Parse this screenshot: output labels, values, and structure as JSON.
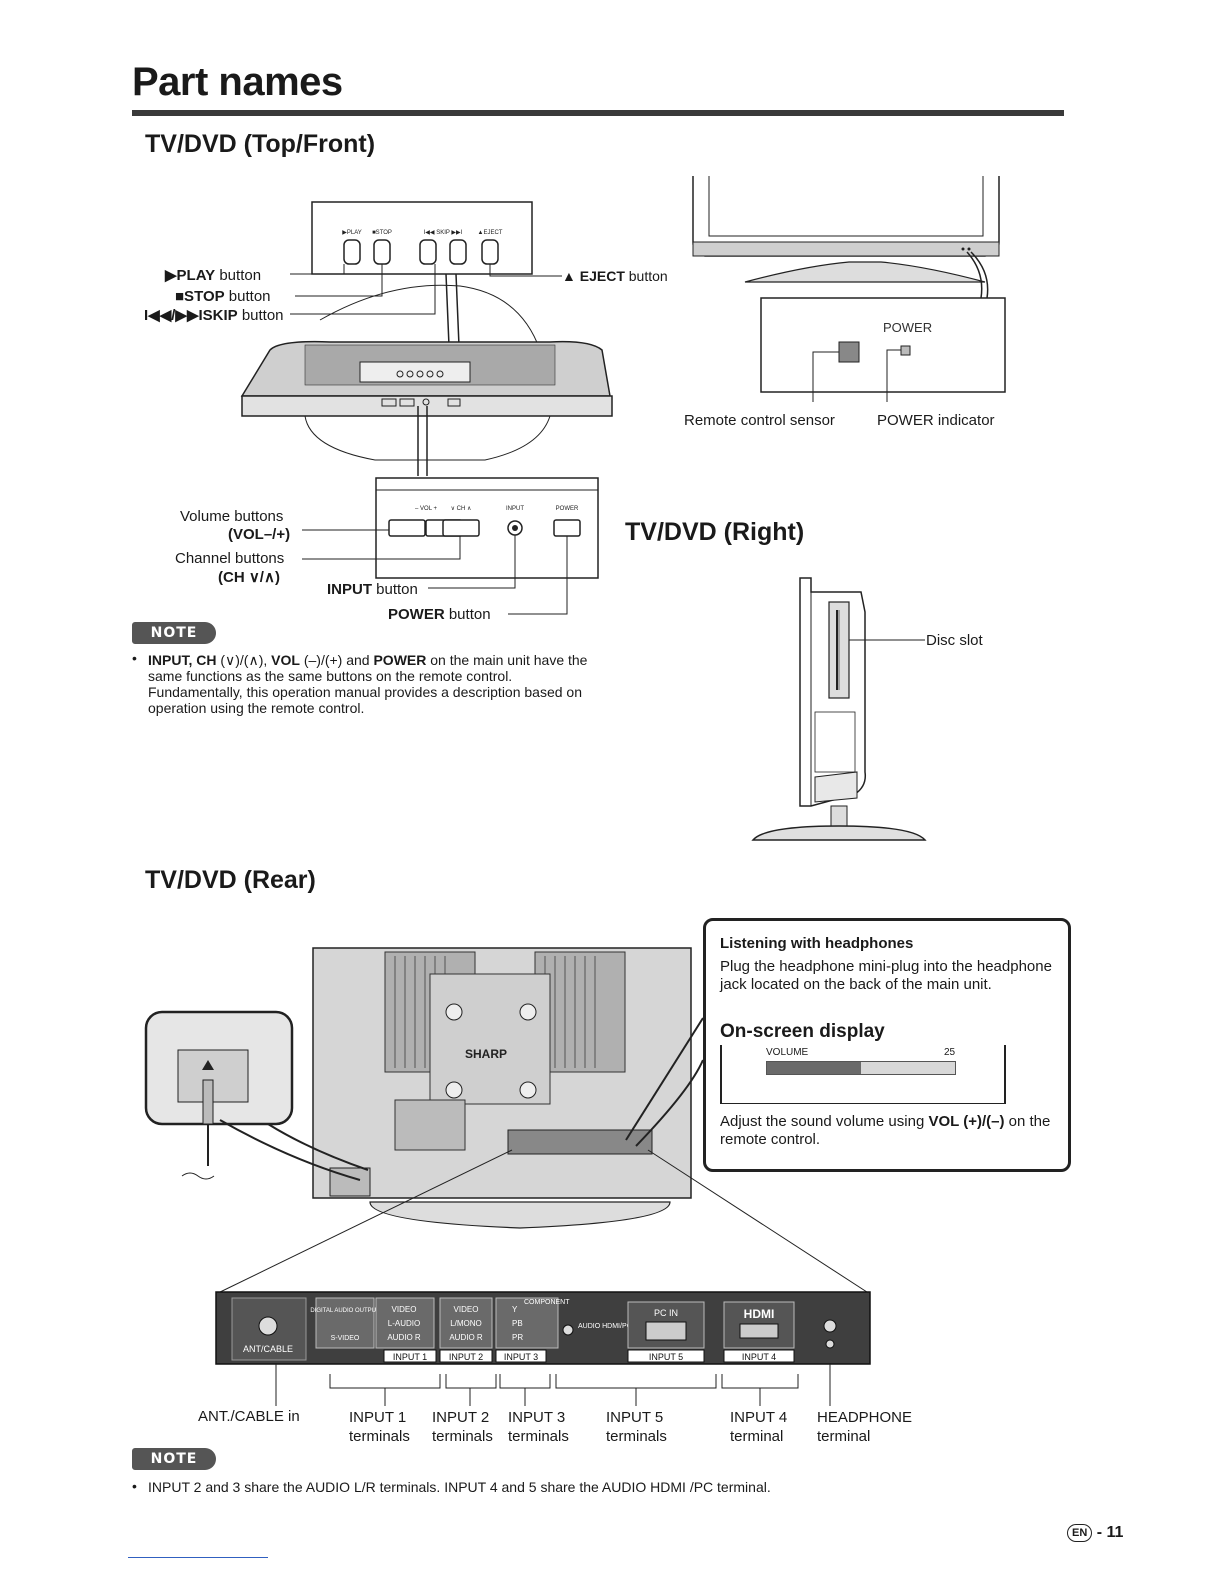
{
  "page": {
    "title": "Part names",
    "page_number_badge": "EN",
    "page_number": "- 11"
  },
  "sections": {
    "top_front": "TV/DVD (Top/Front)",
    "right": "TV/DVD (Right)",
    "rear": "TV/DVD (Rear)"
  },
  "top_panel": {
    "button_legends": [
      "▶PLAY",
      "■STOP",
      "I◀◀ SKIP ▶▶I",
      "▲EJECT"
    ],
    "play": "▶PLAY",
    "play_suffix": " button",
    "stop": "■STOP",
    "stop_suffix": " button",
    "skip": "I◀◀/▶▶ISKIP",
    "skip_suffix": " button",
    "eject": "▲ EJECT",
    "eject_suffix": " button"
  },
  "front_panel": {
    "legends": [
      "– VOL +",
      "∨ CH ∧",
      "INPUT",
      "POWER"
    ],
    "volume_line1": "Volume buttons",
    "volume_line2": "(VOL–/+)",
    "channel_line1": "Channel buttons",
    "channel_line2": "(CH ∨/∧)",
    "input": "INPUT",
    "input_suffix": " button",
    "power": "POWER",
    "power_suffix": " button"
  },
  "power_detail": {
    "legend": "POWER",
    "sensor": "Remote control sensor",
    "indicator": "POWER indicator"
  },
  "right_view": {
    "disc_slot": "Disc slot"
  },
  "note1": {
    "badge": "NOTE",
    "bold_a": "INPUT, CH",
    "text_a": " (∨)/(∧), ",
    "bold_b": "VOL",
    "text_b": " (–)/(+) and ",
    "bold_c": "POWER",
    "text_c": " on the main unit have the same functions as the same buttons on the remote control. Fundamentally, this operation manual provides a description based on operation using the remote control."
  },
  "headphones_box": {
    "heading": "Listening with headphones",
    "body": "Plug the headphone mini-plug into the headphone jack located on the back of the main unit.",
    "osd_heading": "On-screen display",
    "osd_label": "VOLUME",
    "osd_value": "25",
    "osd_level": 0.5,
    "adjust_text_a": "Adjust the sound volume using ",
    "adjust_bold": "VOL (+)/(–)",
    "adjust_text_b": " on the remote control."
  },
  "rear_panel": {
    "brand": "SHARP",
    "panel_labels": [
      "ANT/CABLE",
      "DIGITAL AUDIO OUTPUT",
      "S-VIDEO",
      "VIDEO",
      "L-AUDIO",
      "AUDIO R",
      "VIDEO",
      "L/MONO",
      "AUDIO R",
      "Y",
      "COMPONENT",
      "PB",
      "PR",
      "AUDIO HDMI/PC",
      "PC IN",
      "HDMI"
    ],
    "input_tags": [
      "INPUT 1",
      "INPUT 2",
      "INPUT 3",
      "INPUT 5",
      "INPUT 4"
    ],
    "callouts": [
      {
        "line1": "ANT./CABLE in",
        "line2": ""
      },
      {
        "line1": "INPUT 1",
        "line2": "terminals"
      },
      {
        "line1": "INPUT 2",
        "line2": "terminals"
      },
      {
        "line1": "INPUT 3",
        "line2": "terminals"
      },
      {
        "line1": "INPUT 5",
        "line2": "terminals"
      },
      {
        "line1": "INPUT 4",
        "line2": "terminal"
      },
      {
        "line1": "HEADPHONE",
        "line2": "terminal"
      }
    ]
  },
  "note2": {
    "badge": "NOTE",
    "text": "INPUT 2 and 3 share the AUDIO L/R terminals. INPUT 4 and 5 share the AUDIO HDMI /PC terminal."
  }
}
